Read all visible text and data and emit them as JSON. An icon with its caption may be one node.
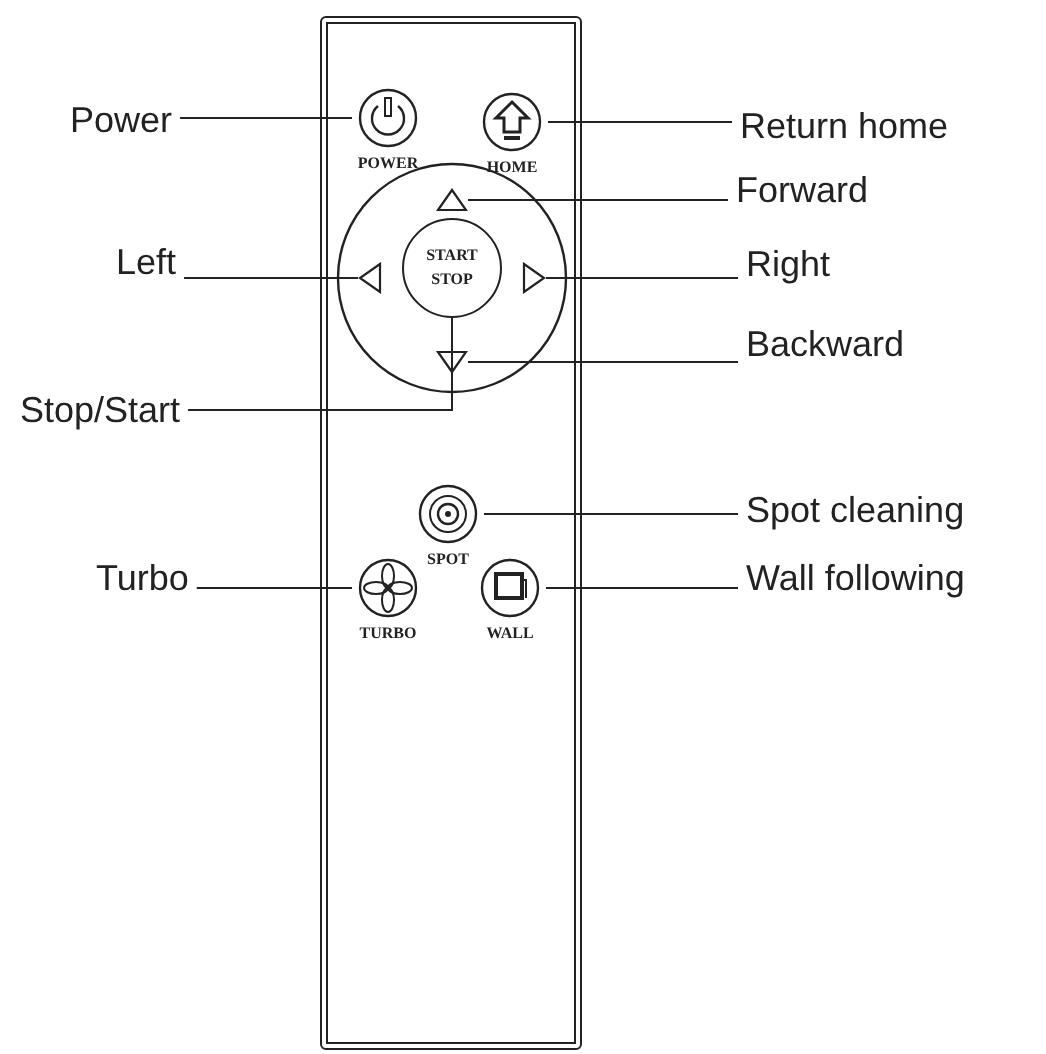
{
  "diagram": {
    "nodes": [
      {
        "text": [],
        "shape": "box"
      },
      {
        "text": [
          "POWER"
        ],
        "in": 0
      },
      {
        "text": [
          "HOME"
        ],
        "in": 0
      },
      {
        "text": [],
        "shape": "circle",
        "in": 0
      },
      {
        "text": [],
        "shape": "triangle",
        "in": 3
      },
      {
        "text": [],
        "shape": "triangle",
        "in": 3
      },
      {
        "text": [
          "START STOP"
        ],
        "in": 3
      },
      {
        "text": [],
        "shape": "triangle",
        "in": 3
      },
      {
        "text": [],
        "shape": "triangle",
        "in": 3
      },
      {
        "text": [
          "SPOT"
        ],
        "in": 0
      },
      {
        "text": [
          "TURBO"
        ],
        "in": 0
      },
      {
        "text": [
          "WALL"
        ],
        "in": 0
      },
      {
        "text": [
          "Power"
        ]
      },
      {
        "text": [
          "Return home"
        ]
      },
      {
        "text": [
          "Forward"
        ]
      },
      {
        "text": [
          "Left"
        ]
      },
      {
        "text": [
          "Right"
        ]
      },
      {
        "text": [
          "Backward"
        ]
      },
      {
        "text": [
          "Stop/Start"
        ]
      },
      {
        "text": [
          "Spot cleaning"
        ]
      },
      {
        "text": [
          "Turbo"
        ]
      },
      {
        "text": [
          "Wall following"
        ]
      }
    ],
    "edges": [
      {
        "from": 12,
        "to": 1,
        "arrow": "none"
      },
      {
        "from": 13,
        "to": 2,
        "arrow": "none"
      },
      {
        "from": 14,
        "to": 4,
        "arrow": "none"
      },
      {
        "from": 15,
        "to": 5,
        "arrow": "none"
      },
      {
        "from": 16,
        "to": 7,
        "arrow": "none"
      },
      {
        "from": 17,
        "to": 8,
        "arrow": "none"
      },
      {
        "from": 18,
        "to": 6,
        "arrow": "none"
      },
      {
        "from": 19,
        "to": 9,
        "arrow": "none"
      },
      {
        "from": 20,
        "to": 10,
        "arrow": "none"
      },
      {
        "from": 21,
        "to": 11,
        "arrow": "none"
      }
    ]
  }
}
